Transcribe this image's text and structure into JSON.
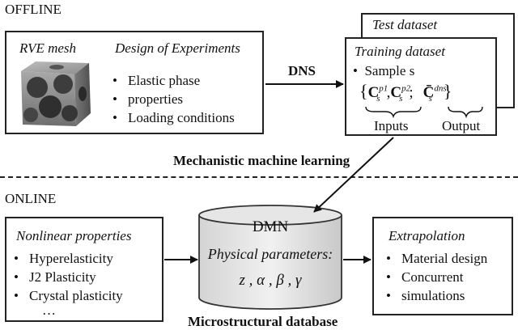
{
  "sections": {
    "offline": "OFFLINE",
    "online": "ONLINE"
  },
  "offline_box": {
    "rve_mesh": "RVE mesh",
    "doe_title": "Design of Experiments",
    "items": [
      "Elastic phase",
      "properties",
      "Loading conditions"
    ]
  },
  "dns_label": "DNS",
  "test_dataset": "Test dataset",
  "training_box": {
    "title": "Training dataset",
    "sample": "Sample s",
    "formula": {
      "open": "{",
      "c": "C",
      "p1": "p1",
      "p2": "p2",
      "s": "s",
      "comma": ",",
      "semicolon": ";",
      "cbar": "C̄",
      "dns": "dns",
      "close": "}"
    },
    "inputs": "Inputs",
    "output": "Output"
  },
  "mml_label": "Mechanistic machine learning",
  "nonlinear_box": {
    "title": "Nonlinear properties",
    "items": [
      "Hyperelasticity",
      "J2 Plasticity",
      "Crystal plasticity"
    ],
    "ellipsis": "…"
  },
  "dmn": {
    "title": "DMN",
    "subtitle": "Physical parameters:",
    "params": "z , α , β , γ"
  },
  "db_label": "Microstructural database",
  "extrap_box": {
    "title": "Extrapolation",
    "items": [
      "Material design",
      "Concurrent",
      "simulations"
    ]
  }
}
